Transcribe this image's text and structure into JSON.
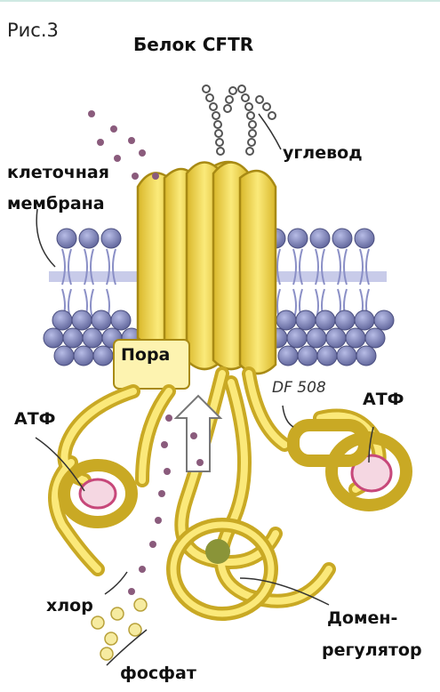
{
  "figure_label": "Рис.3",
  "title": "Белок CFTR",
  "labels": {
    "carbohydrate": "углевод",
    "membrane_line1": "клеточная",
    "membrane_line2": "мембрана",
    "pore": "Пора",
    "atp_left": "АТФ",
    "atp_right": "АТФ",
    "mutation": "DF 508",
    "chlorine": "хлор",
    "phosphate": "фосфат",
    "regulator_line1": "Домен-",
    "regulator_line2": "регулятор"
  },
  "colors": {
    "protein_fill": "#f3dc55",
    "protein_outline": "#b89a1c",
    "membrane_bead": "#7a7fb8",
    "membrane_tail": "#9ea3d4",
    "chlorine_dot": "#8a5b7c",
    "phosphate_dot": "#efe28a",
    "atp_site": "#c7487a"
  }
}
